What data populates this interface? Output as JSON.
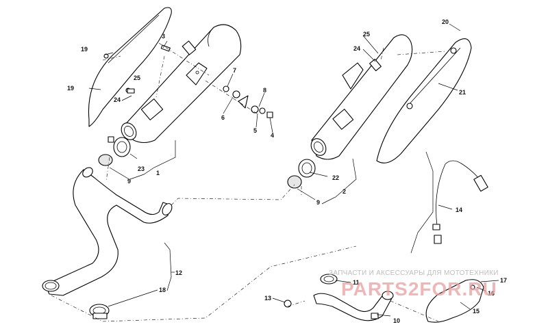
{
  "diagram": {
    "callouts": [
      "1",
      "2",
      "3",
      "4",
      "5",
      "6",
      "7",
      "8",
      "9",
      "9",
      "10",
      "11",
      "12",
      "13",
      "14",
      "15",
      "16",
      "17",
      "18",
      "19",
      "19",
      "20",
      "21",
      "22",
      "23",
      "24",
      "24",
      "25",
      "25"
    ]
  },
  "watermark": {
    "tagline": "ЗАПЧАСТИ И АКСЕССУАРЫ ДЛЯ МОТОТЕХНИКИ",
    "site": "PARTS2FOR.RU"
  }
}
